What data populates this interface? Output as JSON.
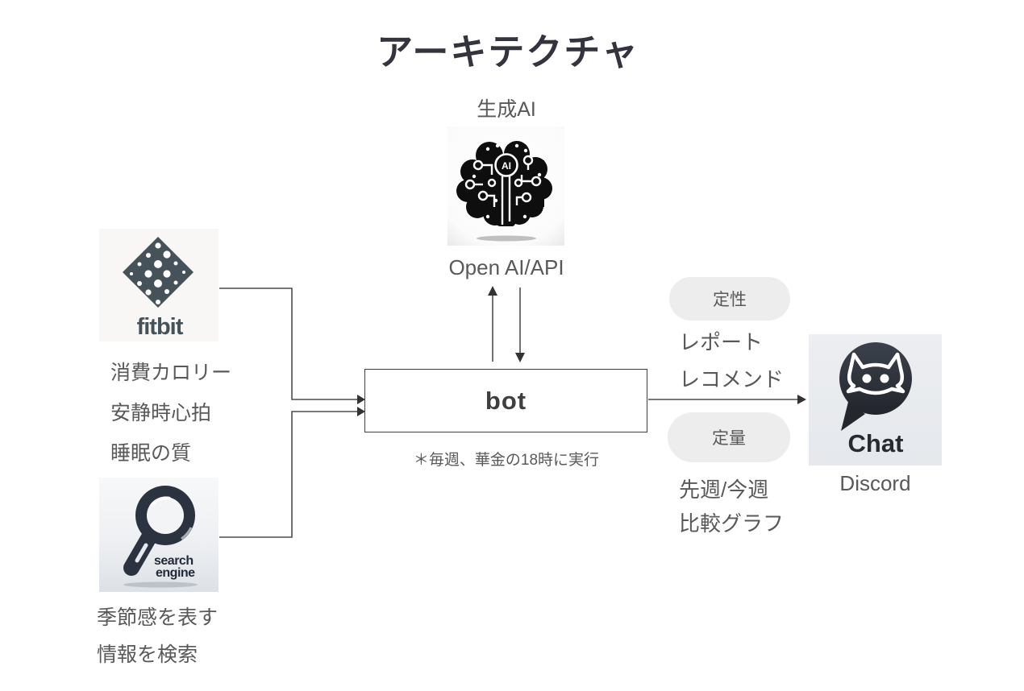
{
  "title": "アーキテクチャ",
  "genai": {
    "label": "生成AI",
    "badge": "AI",
    "caption": "Open AI/API"
  },
  "fitbit": {
    "logo": "fitbit",
    "items": [
      "消費カロリー",
      "安静時心拍",
      "睡眠の質"
    ]
  },
  "search_engine": {
    "logo_line1": "search",
    "logo_line2": "engine",
    "items": [
      "季節感を表す",
      "情報を検索"
    ]
  },
  "bot": {
    "label": "bot",
    "note": "＊毎週、華金の18時に実行"
  },
  "qualitative": {
    "badge": "定性",
    "items": [
      "レポート",
      "レコメンド"
    ]
  },
  "quantitative": {
    "badge": "定量",
    "items": [
      "先週/今週",
      "比較グラフ"
    ]
  },
  "discord": {
    "logo": "Chat",
    "label": "Discord"
  },
  "colors": {
    "title_text": "#34343e",
    "body_text": "#595959",
    "connector": "#4d4d4d",
    "pill_bg": "#ededed",
    "fitbit_slate": "#45525a",
    "dark_icon": "#2b3340",
    "discord_bubble": "#262a31"
  }
}
